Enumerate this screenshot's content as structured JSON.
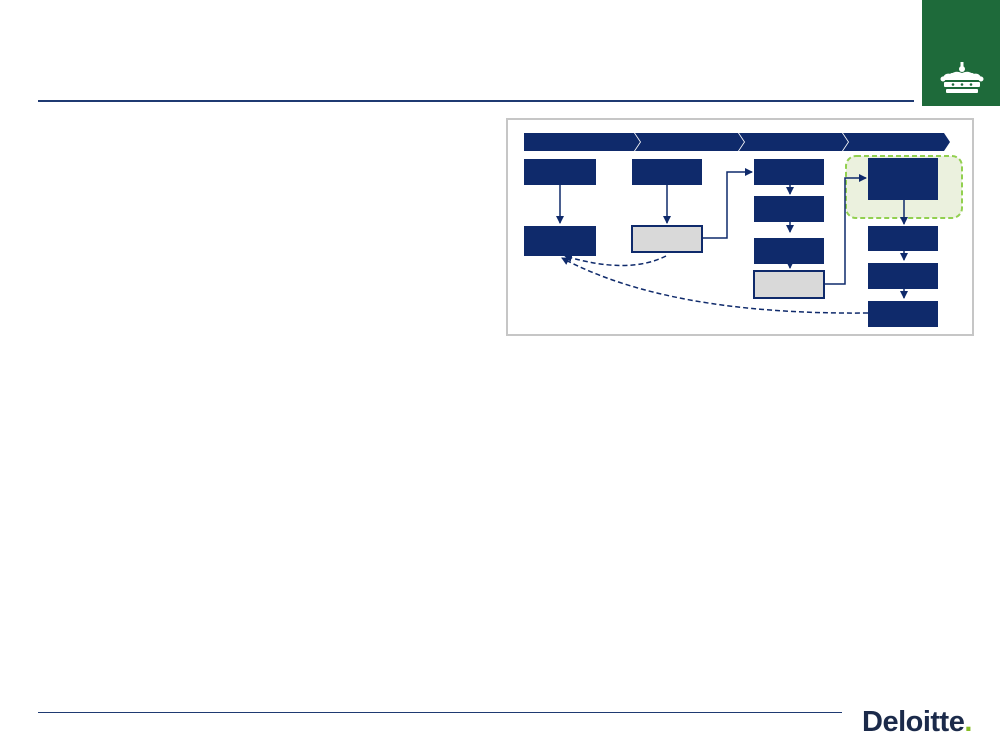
{
  "header": {
    "brand_color": "#1e6a3a",
    "crest_icon": "crown-icon"
  },
  "diagram": {
    "phases": [
      "",
      "",
      "",
      ""
    ],
    "nodes": [
      {
        "id": "n1",
        "label": "",
        "style": "dark"
      },
      {
        "id": "n2",
        "label": "",
        "style": "dark"
      },
      {
        "id": "n3",
        "label": "",
        "style": "dark"
      },
      {
        "id": "n4",
        "label": "",
        "style": "light"
      },
      {
        "id": "n5",
        "label": "",
        "style": "dark"
      },
      {
        "id": "n6",
        "label": "",
        "style": "dark"
      },
      {
        "id": "n7",
        "label": "",
        "style": "dark"
      },
      {
        "id": "n8",
        "label": "",
        "style": "light"
      },
      {
        "id": "n9",
        "label": "",
        "style": "dark"
      },
      {
        "id": "n10",
        "label": "",
        "style": "dark"
      },
      {
        "id": "n11",
        "label": "",
        "style": "dark"
      },
      {
        "id": "n12",
        "label": "",
        "style": "dark"
      }
    ],
    "colors": {
      "dark": "#0f2a6b",
      "light": "#d9d9d9",
      "highlight_fill": "#ebf1de",
      "highlight_border": "#92d050"
    }
  },
  "footer": {
    "logo_text": "Deloitte",
    "logo_dot": ".",
    "accent": "#86bc25"
  }
}
